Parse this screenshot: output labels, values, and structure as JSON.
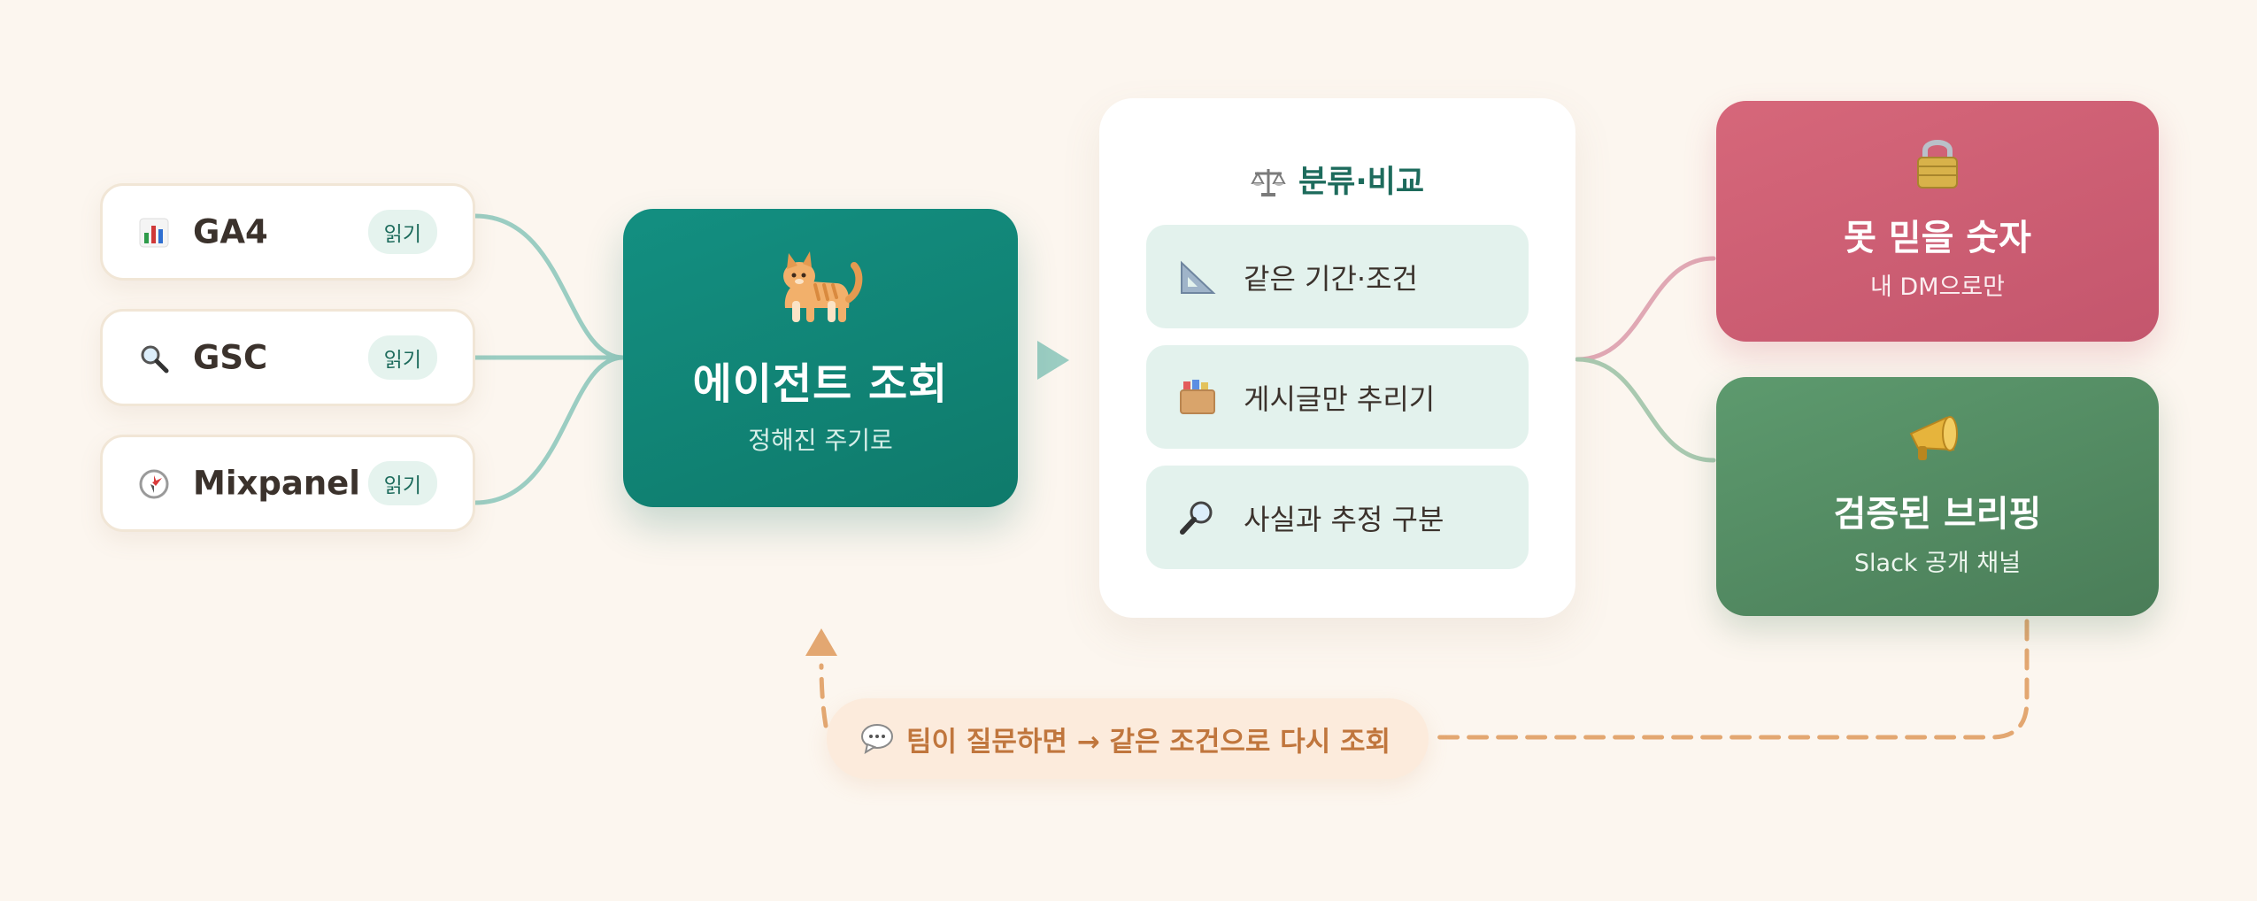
{
  "sources": [
    {
      "name": "GA4",
      "badge": "읽기",
      "icon": "bar-chart-icon"
    },
    {
      "name": "GSC",
      "badge": "읽기",
      "icon": "magnifier-icon"
    },
    {
      "name": "Mixpanel",
      "badge": "읽기",
      "icon": "compass-icon"
    }
  ],
  "agent": {
    "icon": "cat-icon",
    "title": "에이전트 조회",
    "subtitle": "정해진 주기로"
  },
  "classify": {
    "icon": "scales-icon",
    "title": "분류·비교",
    "checks": [
      {
        "icon": "triangle-ruler-icon",
        "label": "같은 기간·조건"
      },
      {
        "icon": "card-box-icon",
        "label": "게시글만 추리기"
      },
      {
        "icon": "magnifier-icon",
        "label": "사실과 추정 구분"
      }
    ]
  },
  "outcomes": {
    "untrusted": {
      "icon": "lock-icon",
      "title": "못 믿을 숫자",
      "subtitle": "내 DM으로만"
    },
    "verified": {
      "icon": "megaphone-icon",
      "title": "검증된 브리핑",
      "subtitle": "Slack 공개 채널"
    }
  },
  "loop": {
    "icon": "speech-bubble-icon",
    "text": "팀이 질문하면 → 같은 조건으로 다시 조회"
  },
  "colors": {
    "background": "#fcf6ef",
    "teal": "#0f7a6b",
    "connector_teal": "#9bcdc2",
    "connector_red": "#e0a8b4",
    "connector_green": "#a9c9b0",
    "loop_orange": "#e3a771",
    "red": "#c95b70",
    "green": "#548a63"
  }
}
